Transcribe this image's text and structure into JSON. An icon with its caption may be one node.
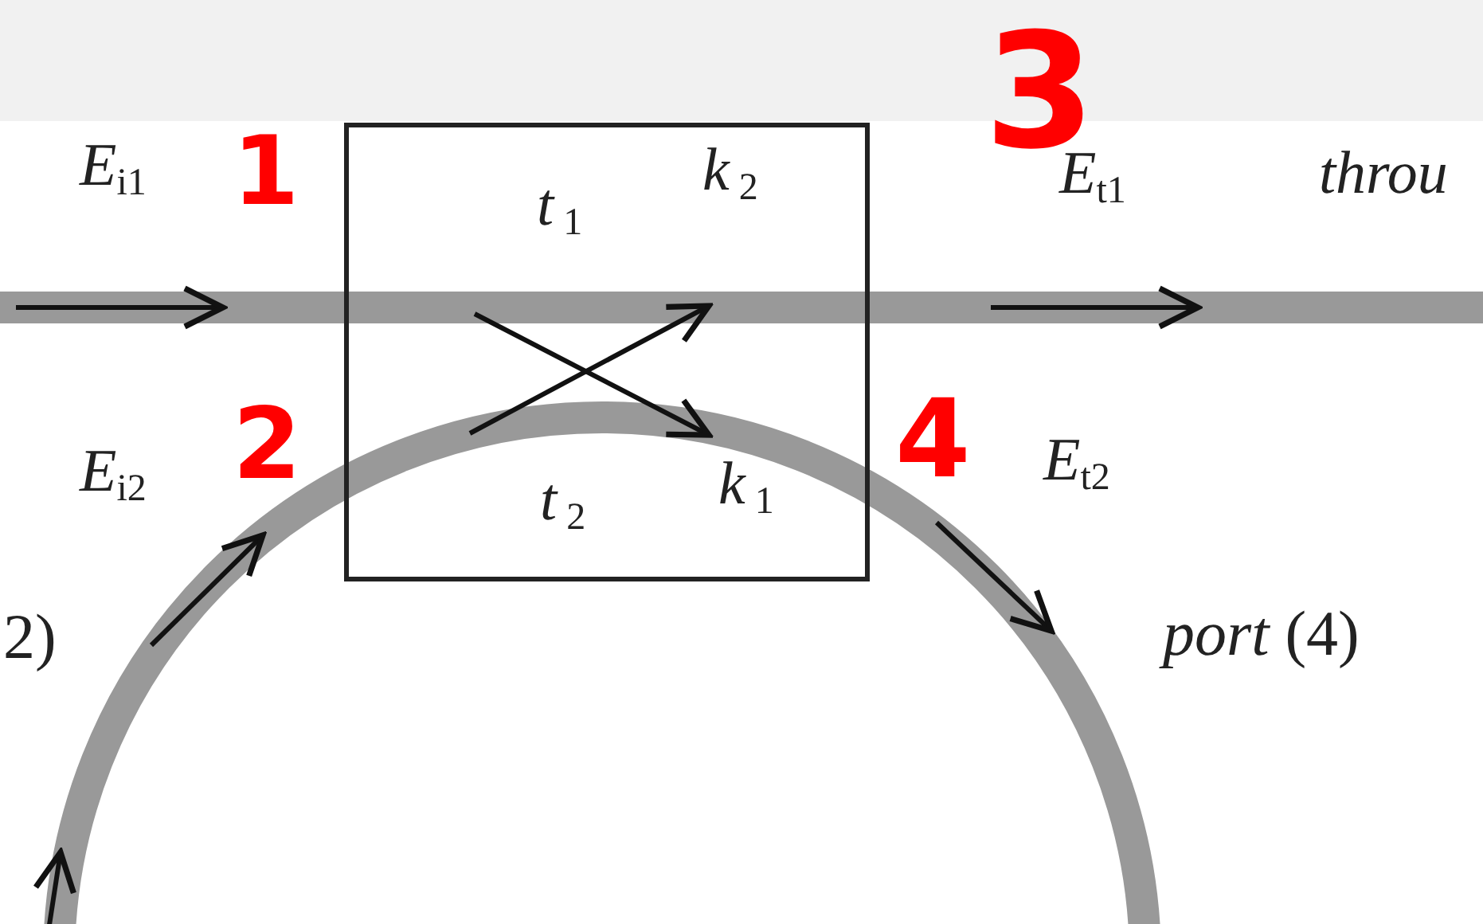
{
  "diagram": {
    "nodes": [
      {
        "text": [
          "t$_{1}$",
          "k$_{2}$",
          "t$_{2}$",
          "k$_{1}$"
        ]
      }
    ],
    "labels": [
      "E$_{i1}$",
      "1",
      "3",
      "E$_{t1}$",
      "throu",
      "E$_{i2}$",
      "2",
      "4",
      "E$_{t2}$",
      "2)",
      "*port* (4)"
    ]
  }
}
